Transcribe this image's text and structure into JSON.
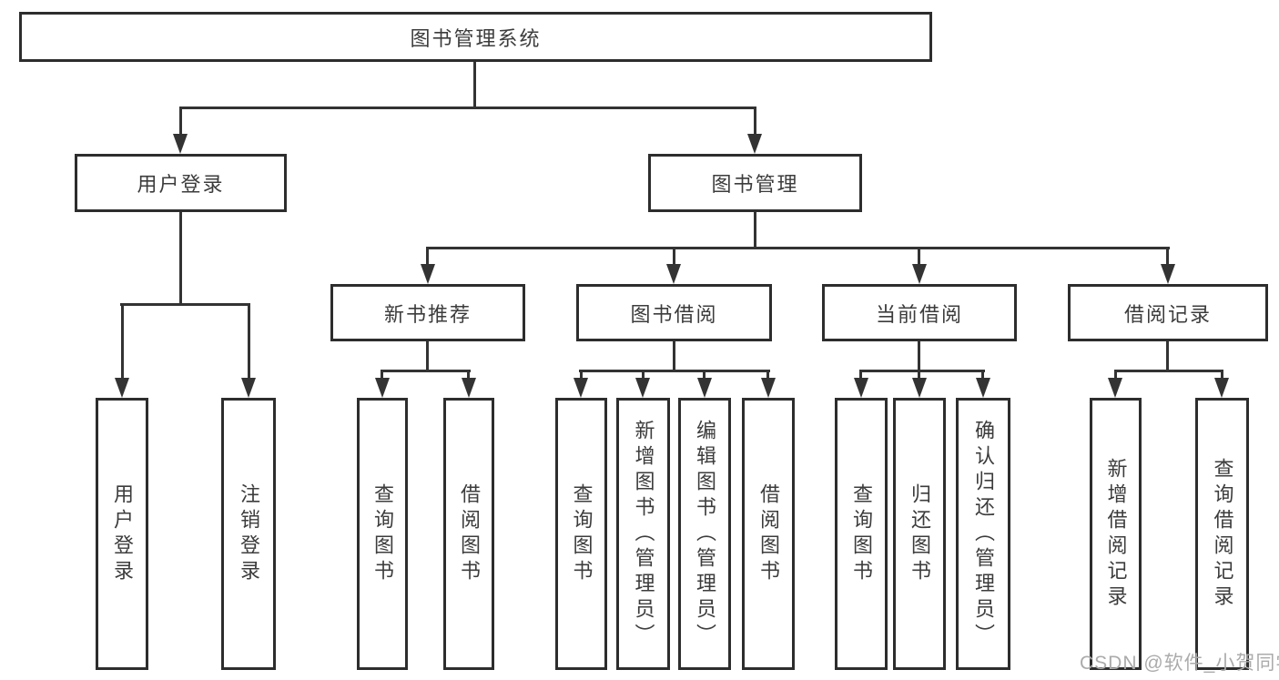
{
  "diagram_title": "图书管理系统",
  "tree": {
    "label": "图书管理系统",
    "children": [
      {
        "label": "用户登录",
        "children": [
          {
            "label": "用户登录"
          },
          {
            "label": "注销登录"
          }
        ]
      },
      {
        "label": "图书管理",
        "children": [
          {
            "label": "新书推荐",
            "children": [
              {
                "label": "查询图书"
              },
              {
                "label": "借阅图书"
              }
            ]
          },
          {
            "label": "图书借阅",
            "children": [
              {
                "label": "查询图书"
              },
              {
                "label": "新增图书（管理员）"
              },
              {
                "label": "编辑图书（管理员）"
              },
              {
                "label": "借阅图书"
              }
            ]
          },
          {
            "label": "当前借阅",
            "children": [
              {
                "label": "查询图书"
              },
              {
                "label": "归还图书"
              },
              {
                "label": "确认归还（管理员）"
              }
            ]
          },
          {
            "label": "借阅记录",
            "children": [
              {
                "label": "新增借阅记录"
              },
              {
                "label": "查询借阅记录"
              }
            ]
          }
        ]
      }
    ]
  },
  "watermark": {
    "text": "CSDN @软件_小贺同学"
  },
  "colors": {
    "background": "#ffffff",
    "box_border": "#2d2d2d",
    "connector_line": "#333333",
    "text": "#3c3c3c",
    "watermark": "#ababab"
  }
}
